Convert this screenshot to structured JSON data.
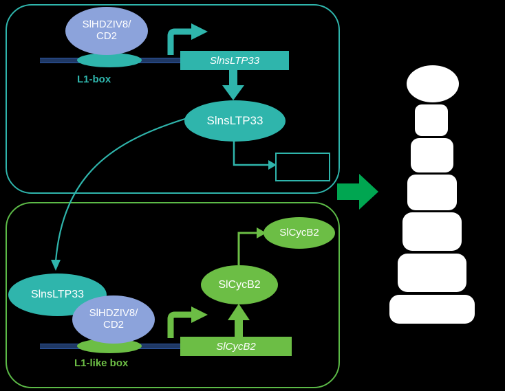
{
  "colors": {
    "background": "#000000",
    "teal": "#2FB5AC",
    "periwinkle_blue": "#8CA3DB",
    "green": "#6CBE45",
    "panel_green_border": "#5CBA47",
    "dark_green_arrow": "#00A651",
    "dna_navy": "#1F3864",
    "trichome_white": "#FFFFFF"
  },
  "top_panel": {
    "transcription_factor": {
      "line1": "SlHDZIV8/",
      "line2": "CD2"
    },
    "cis_element_label": "L1-box",
    "gene_label": "SlnsLTP33",
    "protein_label": "SlnsLTP33"
  },
  "bottom_panel": {
    "incoming_protein_label": "SlnsLTP33",
    "transcription_factor": {
      "line1": "SlHDZIV8/",
      "line2": "CD2"
    },
    "cis_element_label": "L1-like box",
    "gene_label": "SlCycB2",
    "protein_label": "SlCycB2",
    "target_label": "SlCycB2"
  },
  "icons": [
    "transcription-start-arrow-icon",
    "down-arrow-icon",
    "elbow-arrow-icon",
    "protein-transfer-curved-arrow-icon",
    "transcription-start-arrow-green-icon",
    "up-arrow-icon",
    "elbow-arrow-green-icon",
    "result-block-arrow-icon",
    "trichome-illustration"
  ]
}
